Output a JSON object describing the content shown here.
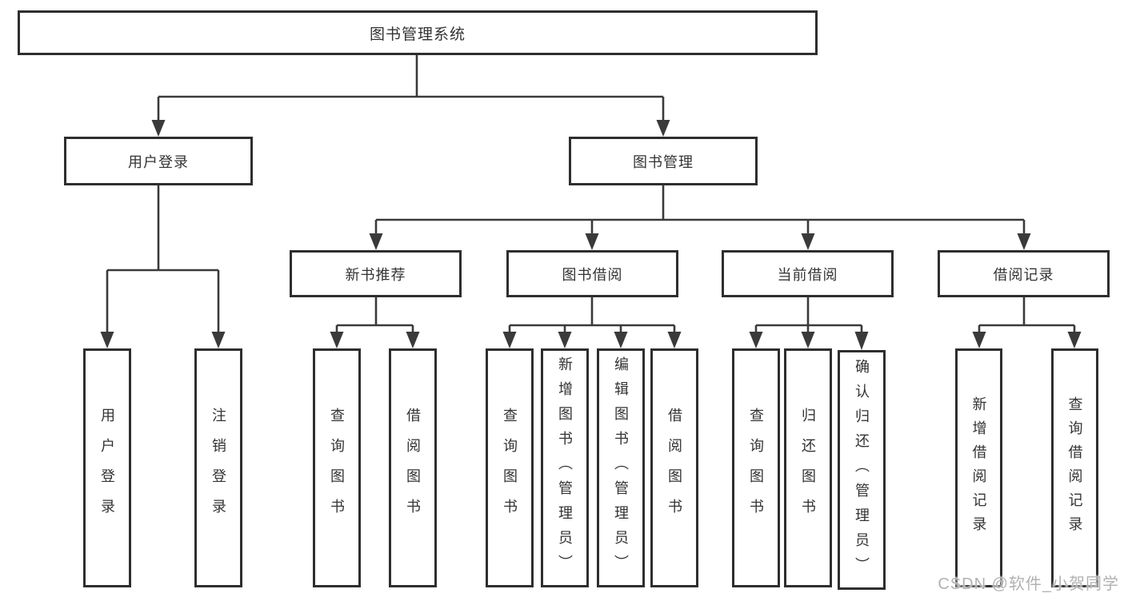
{
  "diagram": {
    "root": {
      "label": "图书管理系统",
      "children": [
        {
          "label": "用户登录",
          "children": [
            {
              "label": "用户登录"
            },
            {
              "label": "注销登录"
            }
          ]
        },
        {
          "label": "图书管理",
          "children": [
            {
              "label": "新书推荐",
              "children": [
                {
                  "label": "查询图书"
                },
                {
                  "label": "借阅图书"
                }
              ]
            },
            {
              "label": "图书借阅",
              "children": [
                {
                  "label": "查询图书"
                },
                {
                  "label": "新增图书（管理员）"
                },
                {
                  "label": "编辑图书（管理员）"
                },
                {
                  "label": "借阅图书"
                }
              ]
            },
            {
              "label": "当前借阅",
              "children": [
                {
                  "label": "查询图书"
                },
                {
                  "label": "归还图书"
                },
                {
                  "label": "确认归还（管理员）"
                }
              ]
            },
            {
              "label": "借阅记录",
              "children": [
                {
                  "label": "新增借阅记录"
                },
                {
                  "label": "查询借阅记录"
                }
              ]
            }
          ]
        }
      ]
    }
  },
  "watermark": {
    "text": "CSDN @软件_小贺同学"
  },
  "colors": {
    "line": "#3a3a3a",
    "box_border": "#2e2e2e",
    "box_fill": "#ffffff",
    "text": "#333333",
    "watermark": "#b2b2b2",
    "background": "#ffffff"
  }
}
